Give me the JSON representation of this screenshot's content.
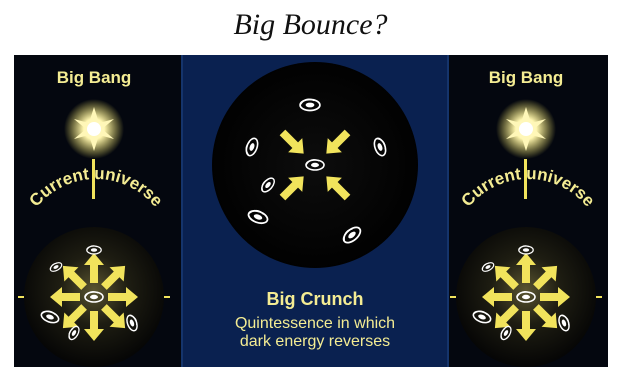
{
  "title": "Big Bounce?",
  "left_panel": {
    "bang_label": "Big Bang",
    "arc_label": "Current universe"
  },
  "middle_panel": {
    "crunch_title": "Big Crunch",
    "crunch_desc_line1": "Quintessence in which",
    "crunch_desc_line2": "dark energy reverses"
  },
  "right_panel": {
    "bang_label": "Big Bang",
    "arc_label": "Current universe"
  },
  "colors": {
    "background": "#04070f",
    "middle_panel": "#0a2150",
    "label_yellow": "#f4ec93",
    "arrow_yellow": "#f1e35c"
  },
  "icons": [
    "star-burst-icon",
    "galaxy-icon",
    "arrow-icon"
  ]
}
